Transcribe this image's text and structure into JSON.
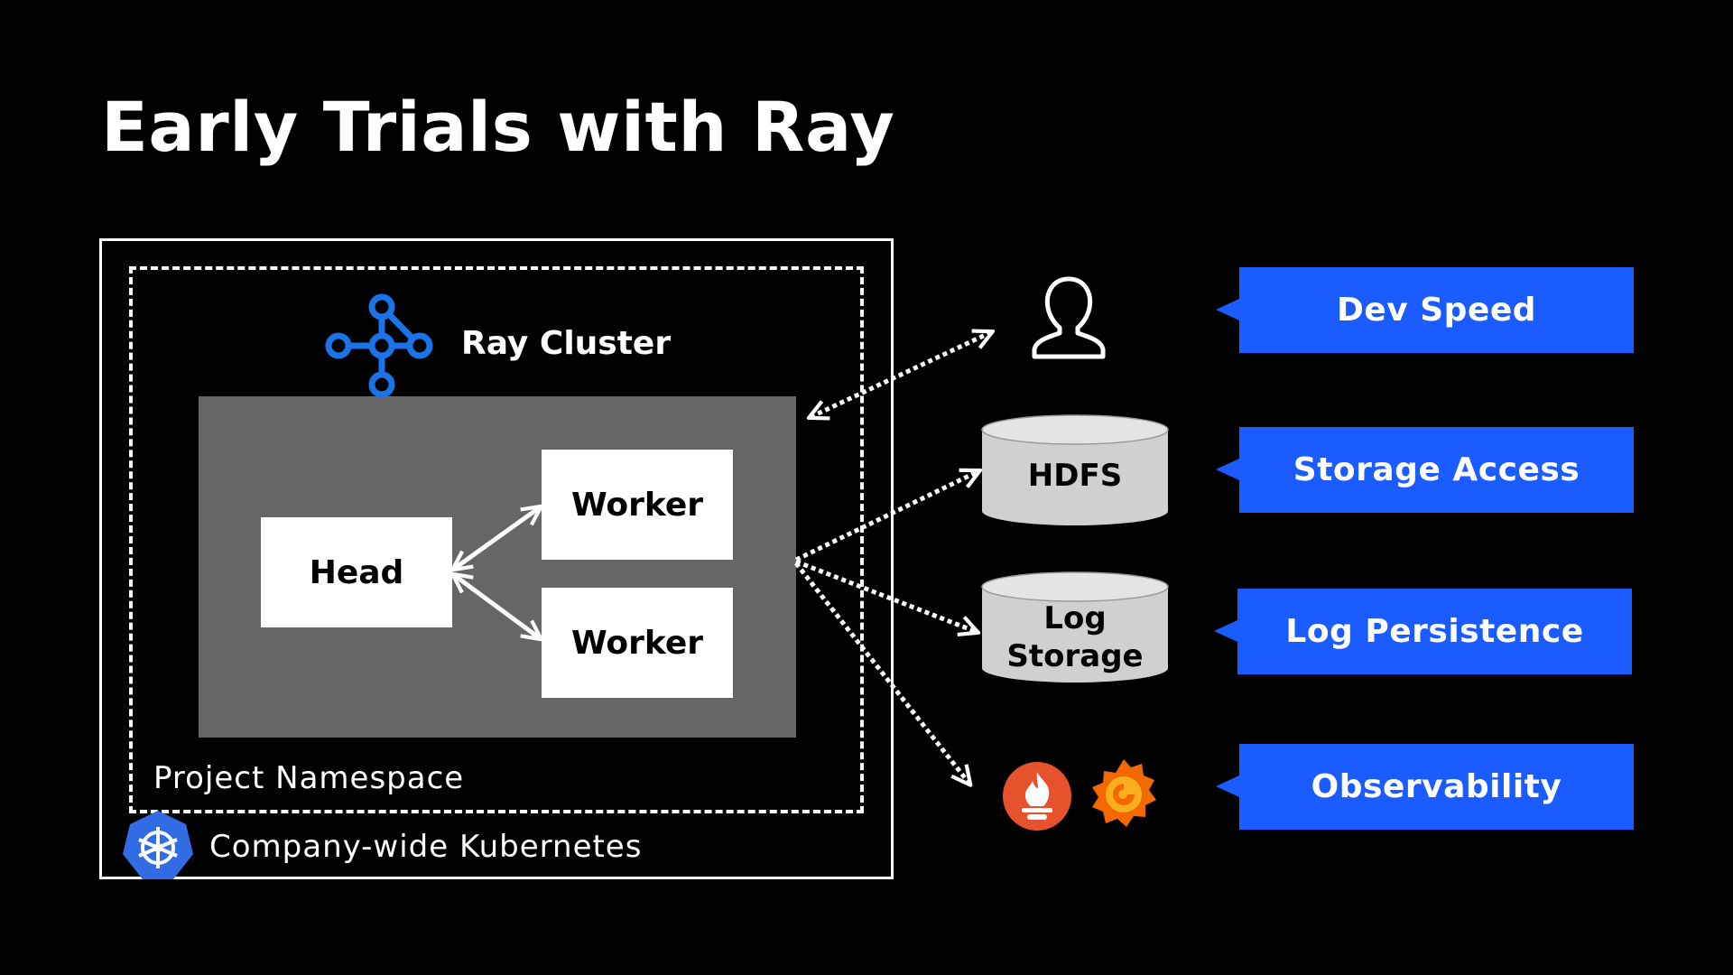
{
  "slide": {
    "title": "Early Trials with Ray"
  },
  "diagram": {
    "cluster_label": "Ray Cluster",
    "namespace_label": "Project Namespace",
    "kubernetes_label": "Company-wide Kubernetes",
    "nodes": {
      "head": "Head",
      "worker_1": "Worker",
      "worker_2": "Worker"
    },
    "storage": {
      "hdfs": "HDFS",
      "log_storage": "Log\nStorage"
    },
    "icons": [
      "ray-icon",
      "kubernetes-icon",
      "user-icon",
      "prometheus-icon",
      "grafana-icon"
    ]
  },
  "callouts": [
    {
      "label": "Dev Speed"
    },
    {
      "label": "Storage Access"
    },
    {
      "label": "Log Persistence"
    },
    {
      "label": "Observability"
    }
  ],
  "colors": {
    "background": "#000000",
    "callout": "#1a5cff",
    "panel": "#666666",
    "ray_blue": "#1a73e8",
    "kubernetes_blue": "#326ce5",
    "prometheus": "#e6522c",
    "grafana": "#f46800",
    "storage_gray": "#d0d0d0"
  }
}
